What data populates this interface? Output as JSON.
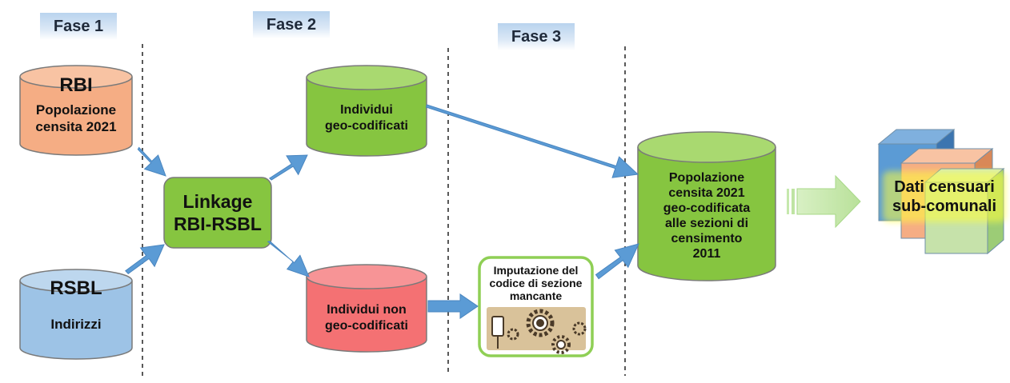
{
  "phases": [
    "Fase 1",
    "Fase 2",
    "Fase 3"
  ],
  "sources": {
    "rbi": {
      "title": "RBI",
      "subtitle": "Popolazione\ncensita 2021"
    },
    "rsbl": {
      "title": "RSBL",
      "subtitle": "Indirizzi"
    }
  },
  "linkage": {
    "label": "Linkage\nRBI-RSBL"
  },
  "outputs": {
    "geocoded": "Individui\ngeo-codificati",
    "non_geocoded": "Individui non\ngeo-codificati"
  },
  "imputation": {
    "label": "Imputazione del\ncodice di sezione\nmancante"
  },
  "result": {
    "label": "Popolazione\ncensita 2021\ngeo-codificata\nalle sezioni di\ncensimento\n2011"
  },
  "final": {
    "label": "Dati censuari\nsub-comunali"
  },
  "colors": {
    "rbi": "#f5ad84",
    "rsbl": "#9dc3e6",
    "green": "#86c540",
    "red": "#f47173",
    "arrow": "#5b9bd5",
    "highlight": "#ffff3a"
  }
}
